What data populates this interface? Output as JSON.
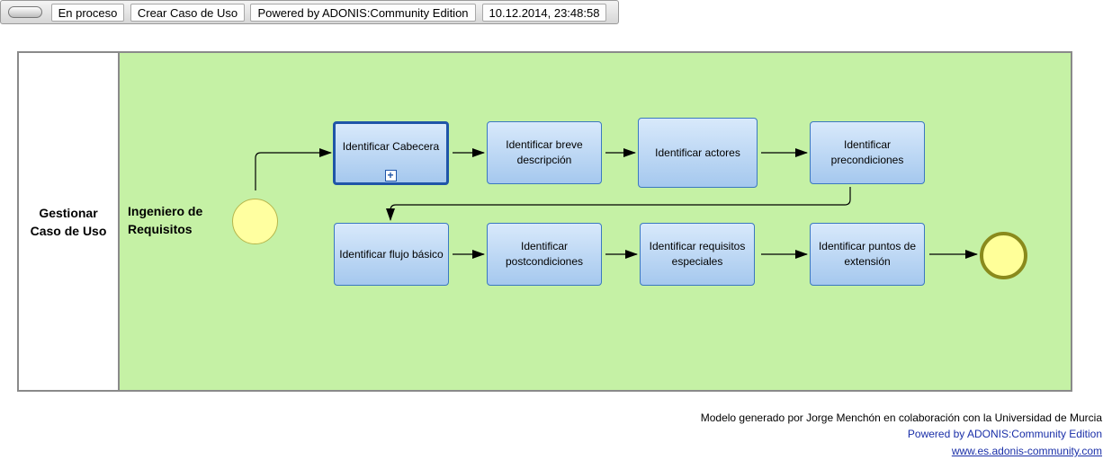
{
  "toolbar": {
    "status": "En proceso",
    "model_name": "Crear Caso de Uso",
    "powered": "Powered by ADONIS:Community Edition",
    "timestamp": "10.12.2014, 23:48:58"
  },
  "pool": {
    "label": "Gestionar\nCaso de Uso"
  },
  "lane": {
    "label": "Ingeniero de\nRequisitos"
  },
  "activities": [
    "Identificar Cabecera",
    "Identificar breve descripción",
    "Identificar actores",
    "Identificar precondiciones",
    "Identificar flujo básico",
    "Identificar postcondiciones",
    "Identificar requisitos especiales",
    "Identificar puntos de extensión"
  ],
  "subprocess_marker": "+",
  "colors": {
    "pool_fill": "#c5f1a5",
    "activity_fill": "#a5c8ee",
    "activity_border": "#3a78c0",
    "start_event": "#ffffa0",
    "end_event": "#ffff99"
  },
  "footer": {
    "credit": "Modelo generado por Jorge Menchón en colaboración con la Universidad de Murcia",
    "powered": "Powered by ADONIS:Community Edition",
    "link": "www.es.adonis-community.com"
  }
}
